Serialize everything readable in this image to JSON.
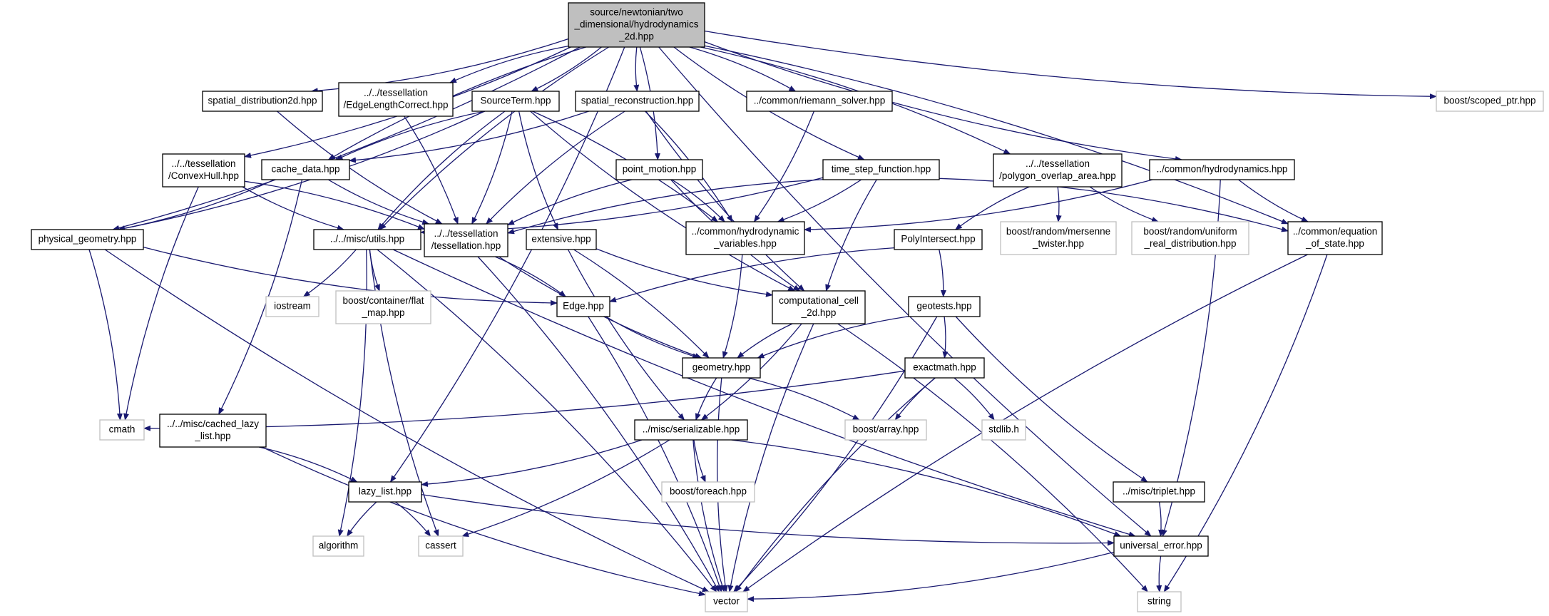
{
  "colors": {
    "edge": "#191970",
    "project_border": "#000000",
    "external_border": "#bfbfbf",
    "root_fill": "#bfbfbf",
    "node_fill": "#ffffff",
    "text": "#000000"
  },
  "nodes": [
    {
      "id": "root",
      "lines": [
        "source/newtonian/two",
        "_dimensional/hydrodynamics",
        "_2d.hpp"
      ],
      "kind": "root"
    },
    {
      "id": "spatial_distribution2d",
      "lines": [
        "spatial_distribution2d.hpp"
      ],
      "kind": "project"
    },
    {
      "id": "edgelengthcorrect",
      "lines": [
        "../../tessellation",
        "/EdgeLengthCorrect.hpp"
      ],
      "kind": "project"
    },
    {
      "id": "sourceterm",
      "lines": [
        "SourceTerm.hpp"
      ],
      "kind": "project"
    },
    {
      "id": "spatial_reconstruction",
      "lines": [
        "spatial_reconstruction.hpp"
      ],
      "kind": "project"
    },
    {
      "id": "riemann_solver",
      "lines": [
        "../common/riemann_solver.hpp"
      ],
      "kind": "project"
    },
    {
      "id": "scoped_ptr",
      "lines": [
        "boost/scoped_ptr.hpp"
      ],
      "kind": "external"
    },
    {
      "id": "convexhull",
      "lines": [
        "../../tessellation",
        "/ConvexHull.hpp"
      ],
      "kind": "project"
    },
    {
      "id": "cache_data",
      "lines": [
        "cache_data.hpp"
      ],
      "kind": "project"
    },
    {
      "id": "point_motion",
      "lines": [
        "point_motion.hpp"
      ],
      "kind": "project"
    },
    {
      "id": "time_step_function",
      "lines": [
        "time_step_function.hpp"
      ],
      "kind": "project"
    },
    {
      "id": "polygon_overlap_area",
      "lines": [
        "../../tessellation",
        "/polygon_overlap_area.hpp"
      ],
      "kind": "project"
    },
    {
      "id": "common_hydrodynamics",
      "lines": [
        "../common/hydrodynamics.hpp"
      ],
      "kind": "project"
    },
    {
      "id": "physical_geometry",
      "lines": [
        "physical_geometry.hpp"
      ],
      "kind": "project"
    },
    {
      "id": "misc_utils",
      "lines": [
        "../../misc/utils.hpp"
      ],
      "kind": "project"
    },
    {
      "id": "tessellation",
      "lines": [
        "../../tessellation",
        "/tessellation.hpp"
      ],
      "kind": "project"
    },
    {
      "id": "extensive",
      "lines": [
        "extensive.hpp"
      ],
      "kind": "project"
    },
    {
      "id": "hydrodynamic_variables",
      "lines": [
        "../common/hydrodynamic",
        "_variables.hpp"
      ],
      "kind": "project"
    },
    {
      "id": "polyintersect",
      "lines": [
        "PolyIntersect.hpp"
      ],
      "kind": "project"
    },
    {
      "id": "mersenne_twister",
      "lines": [
        "boost/random/mersenne",
        "_twister.hpp"
      ],
      "kind": "external"
    },
    {
      "id": "uniform_real_distribution",
      "lines": [
        "boost/random/uniform",
        "_real_distribution.hpp"
      ],
      "kind": "external"
    },
    {
      "id": "equation_of_state",
      "lines": [
        "../common/equation",
        "_of_state.hpp"
      ],
      "kind": "project"
    },
    {
      "id": "iostream",
      "lines": [
        "iostream"
      ],
      "kind": "external"
    },
    {
      "id": "flat_map",
      "lines": [
        "boost/container/flat",
        "_map.hpp"
      ],
      "kind": "external"
    },
    {
      "id": "edge",
      "lines": [
        "Edge.hpp"
      ],
      "kind": "project"
    },
    {
      "id": "computational_cell",
      "lines": [
        "computational_cell",
        "_2d.hpp"
      ],
      "kind": "project"
    },
    {
      "id": "geotests",
      "lines": [
        "geotests.hpp"
      ],
      "kind": "project"
    },
    {
      "id": "geometry",
      "lines": [
        "geometry.hpp"
      ],
      "kind": "project"
    },
    {
      "id": "exactmath",
      "lines": [
        "exactmath.hpp"
      ],
      "kind": "project"
    },
    {
      "id": "cmath",
      "lines": [
        "cmath"
      ],
      "kind": "external"
    },
    {
      "id": "cached_lazy_list",
      "lines": [
        "../../misc/cached_lazy",
        "_list.hpp"
      ],
      "kind": "project"
    },
    {
      "id": "serializable",
      "lines": [
        "../misc/serializable.hpp"
      ],
      "kind": "project"
    },
    {
      "id": "boost_array",
      "lines": [
        "boost/array.hpp"
      ],
      "kind": "external"
    },
    {
      "id": "stdlib",
      "lines": [
        "stdlib.h"
      ],
      "kind": "external"
    },
    {
      "id": "lazy_list",
      "lines": [
        "lazy_list.hpp"
      ],
      "kind": "project"
    },
    {
      "id": "boost_foreach",
      "lines": [
        "boost/foreach.hpp"
      ],
      "kind": "external"
    },
    {
      "id": "triplet",
      "lines": [
        "../misc/triplet.hpp"
      ],
      "kind": "project"
    },
    {
      "id": "algorithm",
      "lines": [
        "algorithm"
      ],
      "kind": "external"
    },
    {
      "id": "cassert",
      "lines": [
        "cassert"
      ],
      "kind": "external"
    },
    {
      "id": "universal_error",
      "lines": [
        "universal_error.hpp"
      ],
      "kind": "project"
    },
    {
      "id": "vector",
      "lines": [
        "vector"
      ],
      "kind": "external"
    },
    {
      "id": "string",
      "lines": [
        "string"
      ],
      "kind": "external"
    }
  ],
  "edges": [
    [
      "root",
      "spatial_distribution2d"
    ],
    [
      "root",
      "edgelengthcorrect"
    ],
    [
      "root",
      "sourceterm"
    ],
    [
      "root",
      "spatial_reconstruction"
    ],
    [
      "root",
      "riemann_solver"
    ],
    [
      "root",
      "scoped_ptr"
    ],
    [
      "root",
      "convexhull"
    ],
    [
      "root",
      "cache_data"
    ],
    [
      "root",
      "point_motion"
    ],
    [
      "root",
      "time_step_function"
    ],
    [
      "root",
      "polygon_overlap_area"
    ],
    [
      "root",
      "common_hydrodynamics"
    ],
    [
      "root",
      "physical_geometry"
    ],
    [
      "root",
      "misc_utils"
    ],
    [
      "root",
      "equation_of_state"
    ],
    [
      "root",
      "universal_error"
    ],
    [
      "root",
      "lazy_list"
    ],
    [
      "spatial_distribution2d",
      "tessellation"
    ],
    [
      "edgelengthcorrect",
      "tessellation"
    ],
    [
      "sourceterm",
      "cache_data"
    ],
    [
      "sourceterm",
      "physical_geometry"
    ],
    [
      "sourceterm",
      "misc_utils"
    ],
    [
      "sourceterm",
      "tessellation"
    ],
    [
      "sourceterm",
      "extensive"
    ],
    [
      "sourceterm",
      "hydrodynamic_variables"
    ],
    [
      "sourceterm",
      "computational_cell"
    ],
    [
      "spatial_reconstruction",
      "cache_data"
    ],
    [
      "spatial_reconstruction",
      "tessellation"
    ],
    [
      "spatial_reconstruction",
      "hydrodynamic_variables"
    ],
    [
      "spatial_reconstruction",
      "computational_cell"
    ],
    [
      "riemann_solver",
      "hydrodynamic_variables"
    ],
    [
      "convexhull",
      "misc_utils"
    ],
    [
      "convexhull",
      "tessellation"
    ],
    [
      "convexhull",
      "cmath"
    ],
    [
      "cache_data",
      "physical_geometry"
    ],
    [
      "cache_data",
      "tessellation"
    ],
    [
      "cache_data",
      "cached_lazy_list"
    ],
    [
      "point_motion",
      "tessellation"
    ],
    [
      "point_motion",
      "hydrodynamic_variables"
    ],
    [
      "point_motion",
      "computational_cell"
    ],
    [
      "time_step_function",
      "misc_utils"
    ],
    [
      "time_step_function",
      "tessellation"
    ],
    [
      "time_step_function",
      "hydrodynamic_variables"
    ],
    [
      "time_step_function",
      "computational_cell"
    ],
    [
      "time_step_function",
      "equation_of_state"
    ],
    [
      "polygon_overlap_area",
      "polyintersect"
    ],
    [
      "polygon_overlap_area",
      "mersenne_twister"
    ],
    [
      "polygon_overlap_area",
      "uniform_real_distribution"
    ],
    [
      "common_hydrodynamics",
      "hydrodynamic_variables"
    ],
    [
      "common_hydrodynamics",
      "equation_of_state"
    ],
    [
      "common_hydrodynamics",
      "universal_error"
    ],
    [
      "physical_geometry",
      "edge"
    ],
    [
      "physical_geometry",
      "cmath"
    ],
    [
      "physical_geometry",
      "vector"
    ],
    [
      "misc_utils",
      "iostream"
    ],
    [
      "misc_utils",
      "flat_map"
    ],
    [
      "misc_utils",
      "algorithm"
    ],
    [
      "misc_utils",
      "cassert"
    ],
    [
      "misc_utils",
      "vector"
    ],
    [
      "misc_utils",
      "universal_error"
    ],
    [
      "tessellation",
      "edge"
    ],
    [
      "tessellation",
      "geometry"
    ],
    [
      "tessellation",
      "vector"
    ],
    [
      "extensive",
      "computational_cell"
    ],
    [
      "extensive",
      "geometry"
    ],
    [
      "extensive",
      "serializable"
    ],
    [
      "hydrodynamic_variables",
      "geometry"
    ],
    [
      "polyintersect",
      "edge"
    ],
    [
      "polyintersect",
      "geotests"
    ],
    [
      "equation_of_state",
      "vector"
    ],
    [
      "equation_of_state",
      "string"
    ],
    [
      "edge",
      "geometry"
    ],
    [
      "edge",
      "vector"
    ],
    [
      "computational_cell",
      "geometry"
    ],
    [
      "computational_cell",
      "serializable"
    ],
    [
      "computational_cell",
      "vector"
    ],
    [
      "computational_cell",
      "string"
    ],
    [
      "geotests",
      "geometry"
    ],
    [
      "geotests",
      "exactmath"
    ],
    [
      "geotests",
      "triplet"
    ],
    [
      "geotests",
      "vector"
    ],
    [
      "geometry",
      "serializable"
    ],
    [
      "geometry",
      "boost_array"
    ],
    [
      "geometry",
      "vector"
    ],
    [
      "exactmath",
      "cmath"
    ],
    [
      "exactmath",
      "boost_array"
    ],
    [
      "exactmath",
      "stdlib"
    ],
    [
      "exactmath",
      "vector"
    ],
    [
      "cached_lazy_list",
      "lazy_list"
    ],
    [
      "cached_lazy_list",
      "vector"
    ],
    [
      "serializable",
      "lazy_list"
    ],
    [
      "serializable",
      "boost_foreach"
    ],
    [
      "serializable",
      "cassert"
    ],
    [
      "serializable",
      "vector"
    ],
    [
      "serializable",
      "universal_error"
    ],
    [
      "lazy_list",
      "algorithm"
    ],
    [
      "lazy_list",
      "cassert"
    ],
    [
      "lazy_list",
      "universal_error"
    ],
    [
      "triplet",
      "universal_error"
    ],
    [
      "universal_error",
      "string"
    ],
    [
      "universal_error",
      "vector"
    ]
  ]
}
